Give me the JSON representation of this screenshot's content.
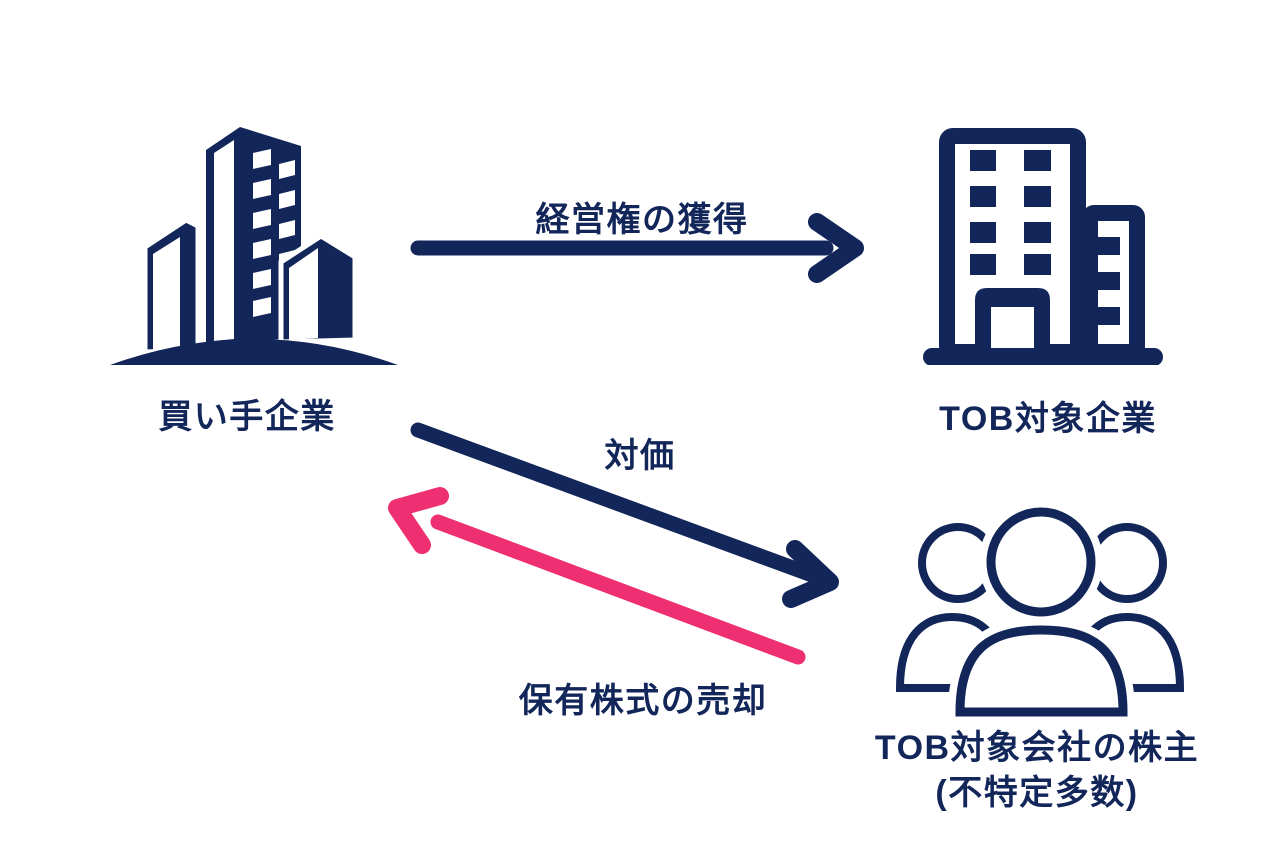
{
  "page": {
    "background": "#ffffff"
  },
  "colors": {
    "navy": "#12265a",
    "pink": "#ee2f71"
  },
  "nodes": {
    "buyer": {
      "label": "買い手企業",
      "icon": "city-buildings-icon"
    },
    "target": {
      "label": "TOB対象企業",
      "icon": "office-building-icon"
    },
    "shareholders": {
      "label": "TOB対象会社の株主",
      "sublabel": "(不特定多数)",
      "icon": "people-group-icon"
    }
  },
  "arrows": {
    "acquisition": {
      "label": "経営権の獲得",
      "from": "買い手企業",
      "to": "TOB対象企業",
      "color": "#12265a",
      "direction": "right"
    },
    "consideration": {
      "label": "対価",
      "from": "買い手企業",
      "to": "TOB対象会社の株主",
      "color": "#12265a",
      "direction": "down-right"
    },
    "share_sale": {
      "label": "保有株式の売却",
      "from": "TOB対象会社の株主",
      "to": "買い手企業",
      "color": "#ee2f71",
      "direction": "up-left"
    }
  }
}
